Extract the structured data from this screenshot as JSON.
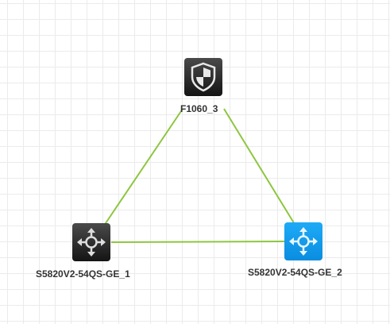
{
  "colors": {
    "link": "#8dc63f",
    "node_dark_top": "#4a4a4a",
    "node_dark_bottom": "#1a1a1a",
    "node_selected_top": "#1aa7f5",
    "node_selected_bottom": "#0a8fe3",
    "label": "#333333"
  },
  "nodes": [
    {
      "id": "fw",
      "label": "F1060_3",
      "icon": "firewall-shield-icon",
      "selected": false
    },
    {
      "id": "sw1",
      "label": "S5820V2-54QS-GE_1",
      "icon": "switch-arrows-icon",
      "selected": false
    },
    {
      "id": "sw2",
      "label": "S5820V2-54QS-GE_2",
      "icon": "switch-arrows-icon",
      "selected": true
    }
  ],
  "links": [
    {
      "from": "fw",
      "to": "sw1"
    },
    {
      "from": "fw",
      "to": "sw2"
    },
    {
      "from": "sw1",
      "to": "sw2"
    }
  ]
}
